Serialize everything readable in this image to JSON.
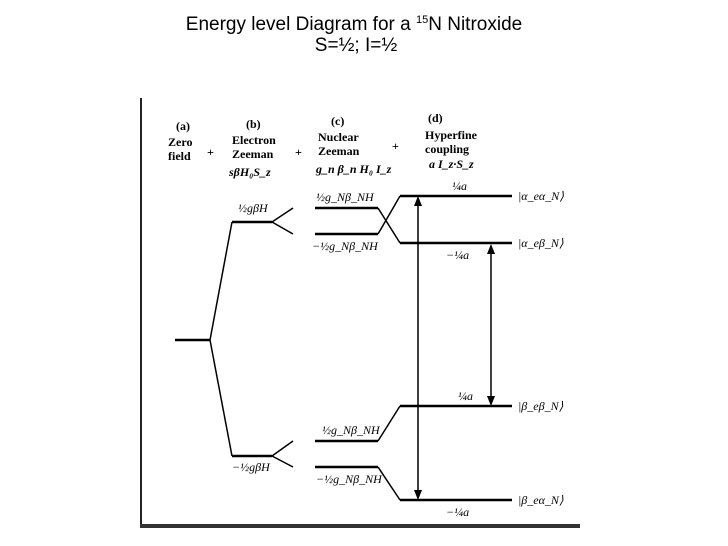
{
  "title": {
    "prefix": "Energy level Diagram for a ",
    "isotope_mass": "15",
    "suffix": "N Nitroxide",
    "line2": "S=½; I=½"
  },
  "columns": {
    "a": {
      "letter": "(a)",
      "line1": "Zero",
      "line2": "field"
    },
    "b": {
      "letter": "(b)",
      "line1": "Electron",
      "line2": "Zeeman",
      "hand": "sβH₀S_z"
    },
    "c": {
      "letter": "(c)",
      "line1": "Nuclear",
      "line2": "Zeeman",
      "hand": "g_n β_n H₀ I_z"
    },
    "d": {
      "letter": "(d)",
      "line1": "Hyperfine",
      "line2": "coupling",
      "hand": "a I_z·S_z"
    }
  },
  "plus_signs": [
    "+",
    "+",
    "+"
  ],
  "energy_labels": {
    "electron_up": "½gβH",
    "electron_down": "−½gβH",
    "nuclear_1": "½g_Nβ_NH",
    "nuclear_2": "−½g_Nβ_NH",
    "nuclear_3": "½g_Nβ_NH",
    "nuclear_4": "−½g_Nβ_NH",
    "hf_1": "¼a",
    "hf_2": "−¼a",
    "hf_3": "¼a",
    "hf_4": "−¼a"
  },
  "states": [
    "|α_eα_N⟩",
    "|α_eβ_N⟩",
    "|β_eβ_N⟩",
    "|β_eα_N⟩"
  ]
}
